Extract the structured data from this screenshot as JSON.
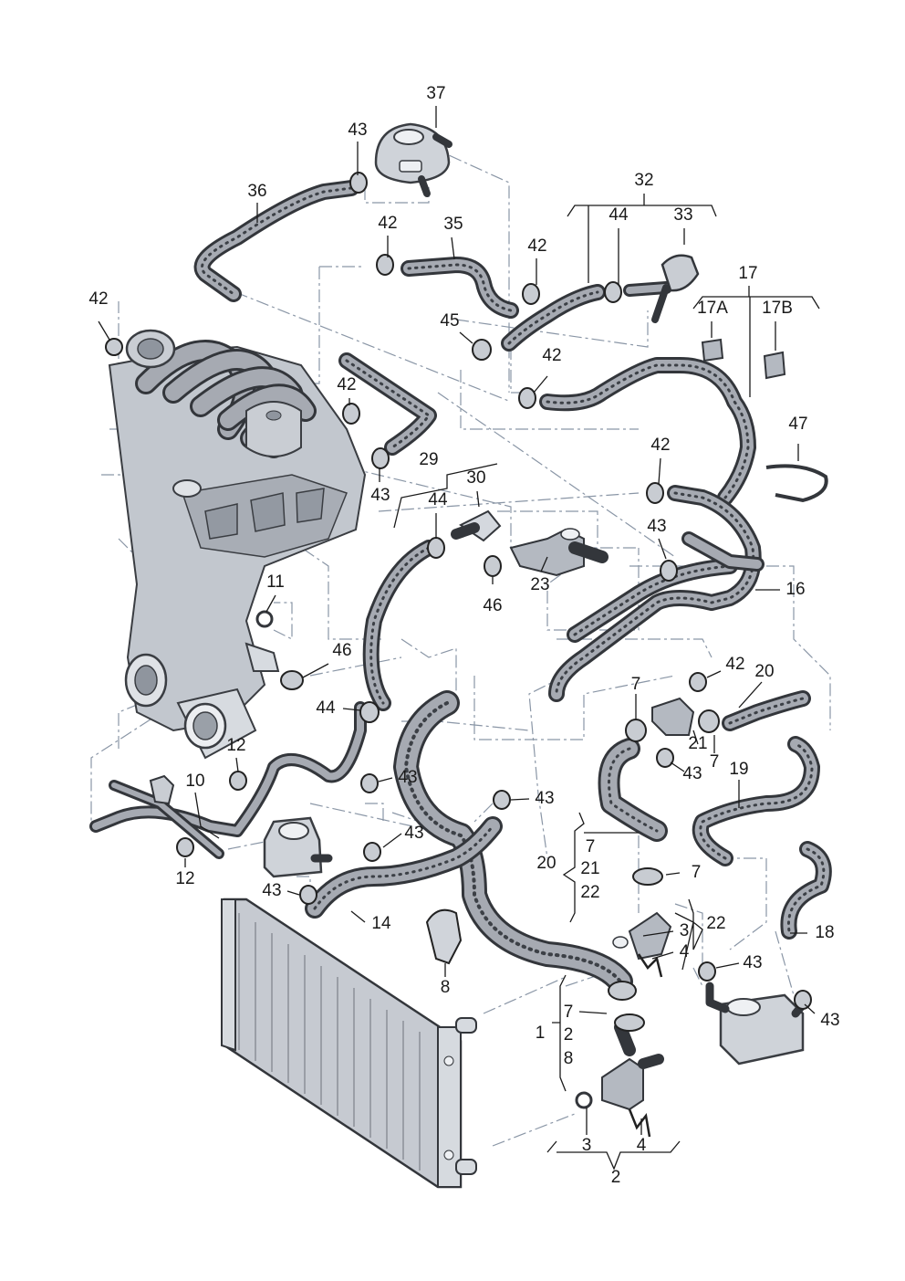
{
  "labels": {
    "n37": "37",
    "n43_tank": "43",
    "n36": "36",
    "n35": "35",
    "n42_a": "42",
    "n42_b": "42",
    "n32": "32",
    "n44_a": "44",
    "n33": "33",
    "n17": "17",
    "n17A": "17A",
    "n17B": "17B",
    "n42_c": "42",
    "n45": "45",
    "n42_d": "42",
    "n42_e": "42",
    "n47": "47",
    "n29": "29",
    "n30": "30",
    "n44_b": "44",
    "n42_f": "42",
    "n43_a": "43",
    "n43_b": "43",
    "n23": "23",
    "n46_a": "46",
    "n16": "16",
    "n11": "11",
    "n46_b": "46",
    "n44_c": "44",
    "n42_g": "42",
    "n20_a": "20",
    "n7_a": "7",
    "n21_a": "21",
    "n7_b": "7",
    "n43_c": "43",
    "n12_a": "12",
    "n10": "10",
    "n43_d": "43",
    "n43_e": "43",
    "n19": "19",
    "n12_b": "12",
    "n43_f": "43",
    "n20_b": "20",
    "n7_c": "7",
    "n21_b": "21",
    "n22_a": "22",
    "n7_d": "7",
    "n43_g": "43",
    "n14": "14",
    "n22_b": "22",
    "n18": "18",
    "n3_a": "3",
    "n4_a": "4",
    "n8_a": "8",
    "n43_h": "43",
    "n1": "1",
    "n7_e": "7",
    "n2_a": "2",
    "n8_b": "8",
    "n43_i": "43",
    "n3_b": "3",
    "n4_b": "4",
    "n2_b": "2"
  }
}
